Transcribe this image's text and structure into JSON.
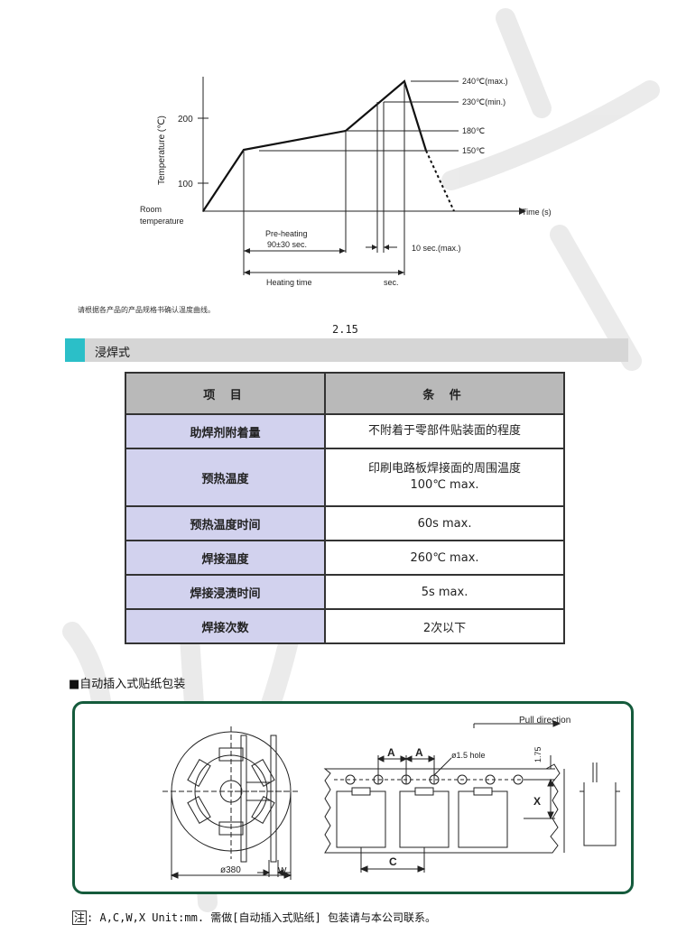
{
  "profile": {
    "y_axis_label": "Temperature (℃)",
    "y_ticks": [
      "200",
      "100"
    ],
    "room_temp_label_1": "Room",
    "room_temp_label_2": "temperature",
    "x_axis_label": "Time (s)",
    "temp_labels": [
      "240℃(max.)",
      "230℃(min.)",
      "180℃",
      "150℃"
    ],
    "preheat_label_1": "Pre-heating",
    "preheat_label_2": "90±30 sec.",
    "ten_sec_label": "10 sec.(max.)",
    "heating_time_label": "Heating time",
    "sec_label": "sec."
  },
  "note": "请根据各产品的产品规格书确认温度曲线。",
  "page_number": "2.15",
  "section": {
    "title": "浸焊式"
  },
  "spec_table": {
    "headers": [
      "项 目",
      "条 件"
    ],
    "rows": [
      {
        "item": "助焊剂附着量",
        "cond1": "不附着于零部件贴装面的程度",
        "cond2": ""
      },
      {
        "item": "预热温度",
        "cond1": "印刷电路板焊接面的周围温度",
        "cond2": "100℃ max."
      },
      {
        "item": "预热温度时间",
        "cond1": "60s max.",
        "cond2": ""
      },
      {
        "item": "焊接温度",
        "cond1": "260℃ max.",
        "cond2": ""
      },
      {
        "item": "焊接浸渍时间",
        "cond1": "5s max.",
        "cond2": ""
      },
      {
        "item": "焊接次数",
        "cond1": "2次以下",
        "cond2": ""
      }
    ]
  },
  "tape": {
    "title": "■自动插入式贴纸包装",
    "pull_direction": "Pull direction",
    "reel_diameter": "ø380",
    "w_label": "W",
    "a_label": "A",
    "hole_label": "ø1.5 hole",
    "dim_175": "1.75",
    "x_label": "X",
    "c_label": "C"
  },
  "footnote": {
    "prefix": "注",
    "text": ": A,C,W,X Unit:mm. 需做[自动插入式贴纸] 包装请与本公司联系。"
  },
  "colors": {
    "accent": "#2bbfc8",
    "table_key_bg": "#d2d2ee",
    "table_header_bg": "#b9b9b9",
    "tape_border": "#155b3c"
  }
}
